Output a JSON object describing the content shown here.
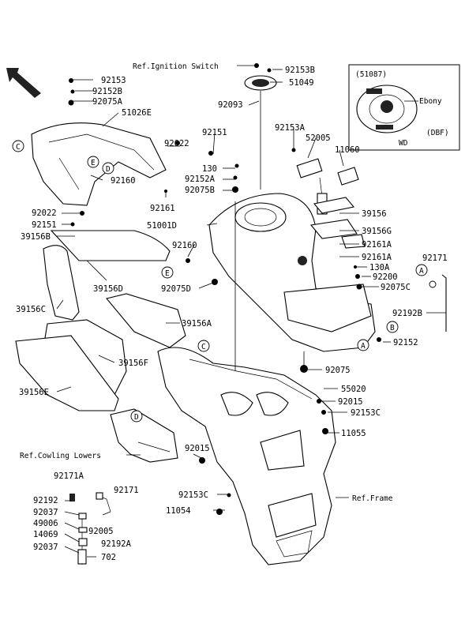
{
  "labels": {
    "ref_ignition_switch": "Ref.Ignition Switch",
    "ref_cowling_lowers": "Ref.Cowling Lowers",
    "ref_frame": "Ref.Frame",
    "p92153_a": "92153",
    "p92152b": "92152B",
    "p92075a": "92075A",
    "p51026e": "51026E",
    "p92153b": "92153B",
    "p51049": "51049",
    "p92093": "92093",
    "p92151_a": "92151",
    "p92022_a": "92022",
    "p130": "130",
    "p92152a": "92152A",
    "p92075b": "92075B",
    "p92160_a": "92160",
    "p92161": "92161",
    "p51001d": "51001D",
    "p92022_b": "92022",
    "p92151_b": "92151",
    "p39156b": "39156B",
    "p92160_b": "92160",
    "p92075d": "92075D",
    "p39156d": "39156D",
    "p39156c": "39156C",
    "p39156a": "39156A",
    "p39156f": "39156F",
    "p39156e": "39156E",
    "p92153a": "92153A",
    "p52005": "52005",
    "p11060": "11060",
    "p39156": "39156",
    "p39156g": "39156G",
    "p92161a_a": "92161A",
    "p92161a_b": "92161A",
    "p130a": "130A",
    "p92200": "92200",
    "p92075c": "92075C",
    "p92171_a": "92171",
    "p92192b": "92192B",
    "p92152": "92152",
    "p92075": "92075",
    "p55020": "55020",
    "p92015_a": "92015",
    "p92153c_a": "92153C",
    "p11055": "11055",
    "p92015_b": "92015",
    "p92153c_b": "92153C",
    "p11054": "11054",
    "p92171a": "92171A",
    "p92192": "92192",
    "p92171_b": "92171",
    "p92037_a": "92037",
    "p49006": "49006",
    "p92005": "92005",
    "p14069": "14069",
    "p92192a": "92192A",
    "p92037_b": "92037",
    "p702": "702"
  },
  "callouts": {
    "A": "A",
    "B": "B",
    "C": "C",
    "D": "D",
    "E": "E"
  },
  "inset": {
    "part": "(51087)",
    "color": "Ebony",
    "variant": "(DBF)",
    "caption": "WD"
  }
}
